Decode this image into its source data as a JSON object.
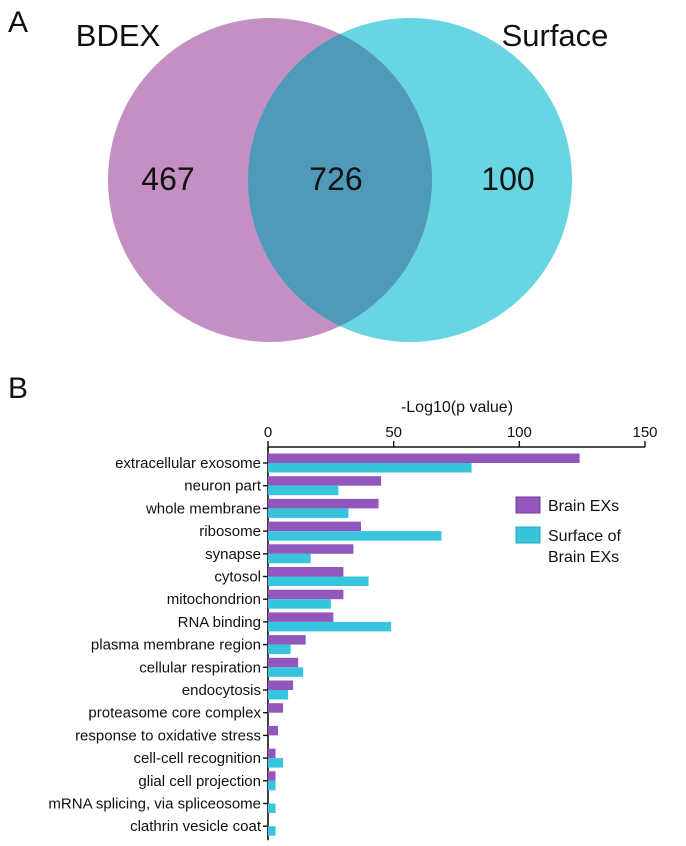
{
  "panel_a": {
    "letter": "A",
    "venn": {
      "left_label": "BDEX",
      "right_label": "Surface",
      "left_only": "467",
      "overlap": "726",
      "right_only": "100",
      "left_color": "#bf86be",
      "right_color": "#5ad3e0",
      "overlap_color": "#4f9ab9"
    }
  },
  "panel_b": {
    "letter": "B"
  },
  "chart_data": {
    "type": "bar",
    "orientation": "horizontal",
    "xlabel": "-Log10(p value)",
    "xlim": [
      0,
      150
    ],
    "x_ticks": [
      "0",
      "50",
      "100",
      "150"
    ],
    "x_axis_position": "top",
    "grid": false,
    "legend_position": "right",
    "categories": [
      "extracellular exosome",
      "neuron part",
      "whole membrane",
      "ribosome",
      "synapse",
      "cytosol",
      "mitochondrion",
      "RNA binding",
      "plasma membrane region",
      "cellular respiration",
      "endocytosis",
      "proteasome core complex",
      "response to oxidative stress",
      "cell-cell recognition",
      "glial cell projection",
      "mRNA splicing, via spliceosome",
      "clathrin vesicle coat"
    ],
    "series": [
      {
        "name": "Brain EXs",
        "color": "#9257bd",
        "values": [
          124,
          45,
          44,
          37,
          34,
          30,
          30,
          26,
          15,
          12,
          10,
          6,
          4,
          3,
          3,
          0,
          0
        ]
      },
      {
        "name": "Surface of Brain EXs",
        "color": "#36c5dc",
        "values": [
          81,
          28,
          32,
          69,
          17,
          40,
          25,
          49,
          9,
          14,
          8,
          0,
          0,
          6,
          3,
          3,
          3
        ]
      }
    ],
    "legend_lines": [
      [
        "Brain EXs"
      ],
      [
        "Surface of",
        "Brain EXs"
      ]
    ]
  }
}
